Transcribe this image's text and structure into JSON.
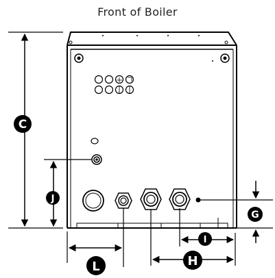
{
  "title": "Front of Boiler",
  "dimensions": {
    "c": "C",
    "j": "J",
    "g": "G",
    "i": "I",
    "l": "L",
    "h": "H"
  },
  "colors": {
    "line": "#000000",
    "badge": "#000000",
    "badge_text": "#ffffff",
    "background": "#ffffff"
  }
}
